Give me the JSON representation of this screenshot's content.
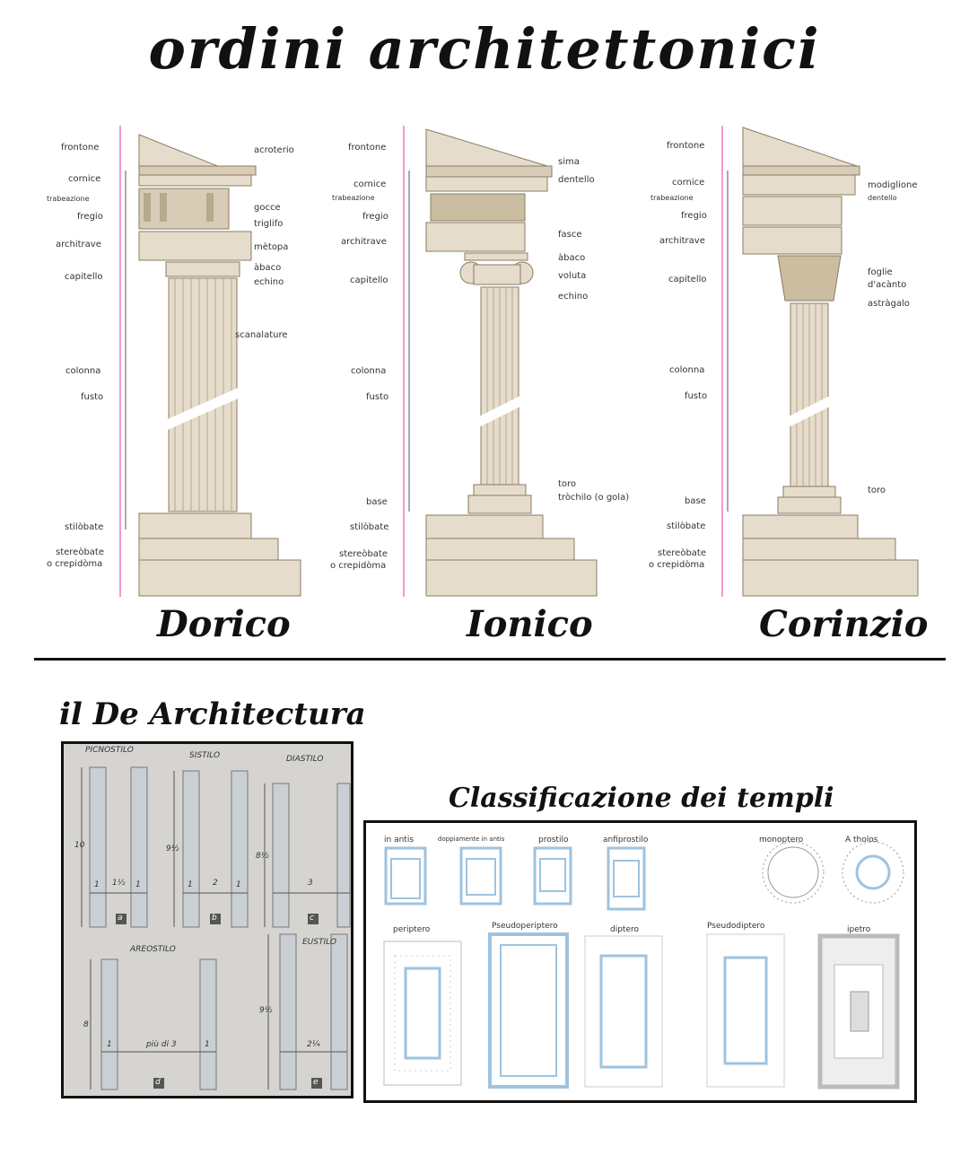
{
  "title": "ordini architettonici",
  "orders": [
    {
      "name": "Dorico",
      "left_labels": [
        "frontone",
        "cornice",
        "trabeazione",
        "fregio",
        "architrave",
        "capitello",
        "colonna",
        "fusto",
        "stilòbate",
        "stereòbate",
        "o crepidòma"
      ],
      "right_labels": [
        "acroterio",
        "gocce",
        "triglifo",
        "mètopa",
        "àbaco",
        "echino",
        "scanalature"
      ]
    },
    {
      "name": "Ionico",
      "left_labels": [
        "frontone",
        "cornice",
        "trabeazione",
        "fregio",
        "architrave",
        "capitello",
        "colonna",
        "fusto",
        "base",
        "stilòbate",
        "stereòbate",
        "o crepidòma"
      ],
      "right_labels": [
        "sima",
        "dentello",
        "fasce",
        "àbaco",
        "voluta",
        "echino",
        "toro",
        "tròchilo (o gola)"
      ]
    },
    {
      "name": "Corinzio",
      "left_labels": [
        "frontone",
        "cornice",
        "trabeazione",
        "fregio",
        "architrave",
        "capitello",
        "colonna",
        "fusto",
        "base",
        "stilòbate",
        "stereòbate",
        "o crepidòma"
      ],
      "right_labels": [
        "modiglione",
        "dentello",
        "foglie",
        "d'acànto",
        "astràgalo",
        "toro"
      ]
    }
  ],
  "de_architectura": {
    "title": "il De Architectura",
    "top_labels": [
      "PICNOSTILO",
      "SISTILO",
      "DIASTILO"
    ],
    "bottom_labels": [
      "AREOSTILO",
      "EUSTILO"
    ],
    "spacing_labels": [
      "1½",
      "2",
      "3",
      "più di 3",
      "2¼"
    ],
    "heights": [
      "10",
      "9½",
      "8½",
      "8",
      "9½"
    ],
    "letters": [
      "a",
      "b",
      "c",
      "d",
      "e"
    ],
    "unit": "1"
  },
  "temples": {
    "title": "Classificazione dei templi",
    "row1": [
      "in antis",
      "doppiamente in antis",
      "prostilo",
      "anfiprostilo",
      "monoptero",
      "A tholos"
    ],
    "row2": [
      "periptero",
      "Pseudoperiptero",
      "diptero",
      "Pseudodiptero",
      "ipetro"
    ]
  },
  "colors": {
    "stone": "#e6dccb",
    "stone_dark": "#b7a88e",
    "accent": "#e0389b",
    "plan": "#9fc3df"
  }
}
